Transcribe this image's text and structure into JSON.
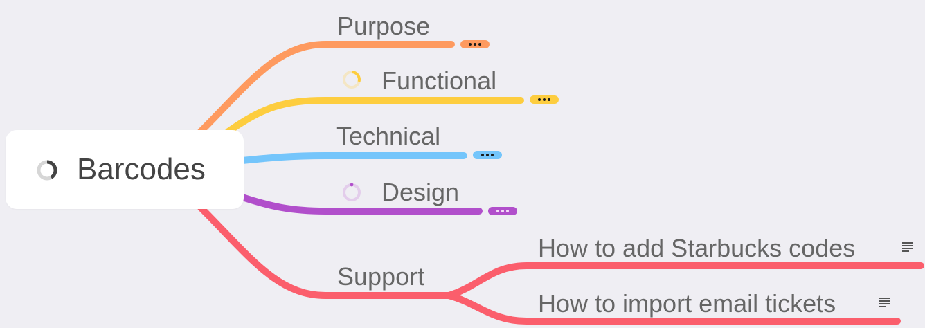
{
  "root": {
    "label": "Barcodes",
    "icon": "progress-ring-icon"
  },
  "branches": [
    {
      "id": "purpose",
      "label": "Purpose",
      "color": "#fe9a5f",
      "has_progress_icon": false,
      "has_more": true
    },
    {
      "id": "functional",
      "label": "Functional",
      "color": "#fdcd3f",
      "has_progress_icon": true,
      "progress_color": "#fdcd3f",
      "has_more": true
    },
    {
      "id": "technical",
      "label": "Technical",
      "color": "#74c5fb",
      "has_progress_icon": false,
      "has_more": true
    },
    {
      "id": "design",
      "label": "Design",
      "color": "#b14fcb",
      "has_progress_icon": true,
      "progress_color": "#b14fcb",
      "has_more": true
    },
    {
      "id": "support",
      "label": "Support",
      "color": "#fb5e6c",
      "has_progress_icon": false,
      "has_more": false,
      "children": [
        {
          "label": "How to add Starbucks codes",
          "has_note": true
        },
        {
          "label": "How to import email tickets",
          "has_note": true
        }
      ]
    }
  ],
  "icons": {
    "more": "more-dots-icon",
    "note": "note-lines-icon",
    "progress": "progress-ring-icon"
  }
}
